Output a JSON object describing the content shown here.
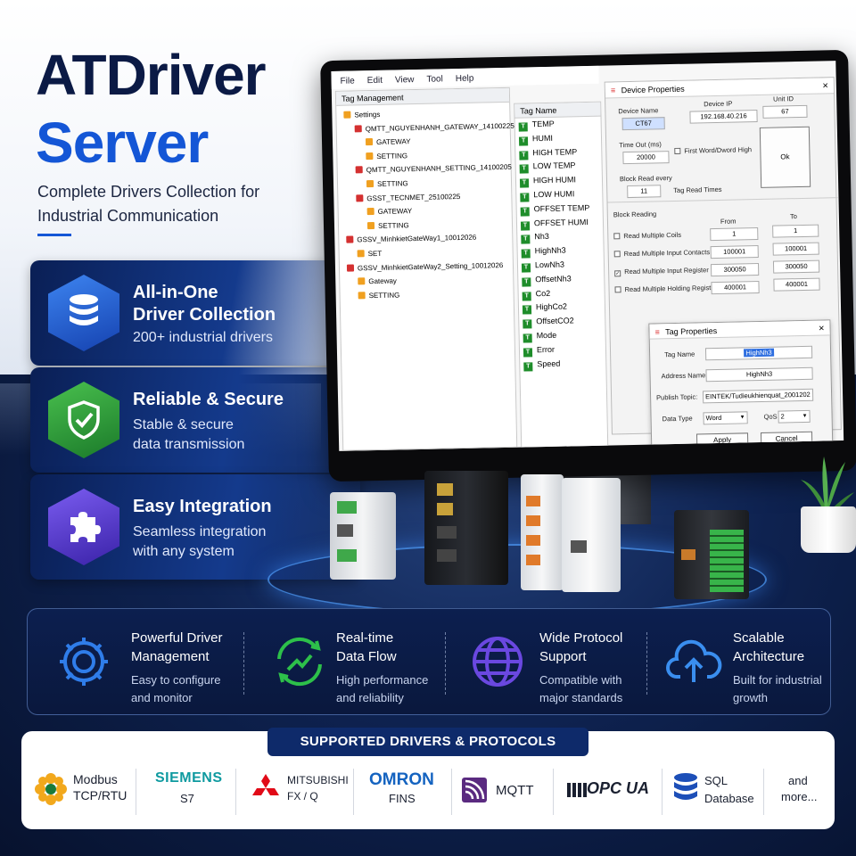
{
  "hero": {
    "title_line1": "ATDriver",
    "title_line2": "Server",
    "subtitle_line1": "Complete Drivers Collection for",
    "subtitle_line2": "Industrial Communication"
  },
  "features": [
    {
      "title_line1": "All-in-One",
      "title_line2": "Driver Collection",
      "sub_line1": "200+ industrial drivers",
      "sub_line2": "",
      "icon": "database-icon",
      "color": "#1e5fd8"
    },
    {
      "title_line1": "Reliable & Secure",
      "title_line2": "",
      "sub_line1": "Stable & secure",
      "sub_line2": "data transmission",
      "icon": "shield-check-icon",
      "color": "#2c9a3c"
    },
    {
      "title_line1": "Easy Integration",
      "title_line2": "",
      "sub_line1": "Seamless integration",
      "sub_line2": "with any system",
      "icon": "puzzle-icon",
      "color": "#5b3fd0"
    }
  ],
  "app": {
    "menu": [
      "File",
      "Edit",
      "View",
      "Tool",
      "Help"
    ],
    "tree_header": "Tag Management",
    "tree": [
      {
        "label": "Settings",
        "level": 0,
        "color": "#f0a020"
      },
      {
        "label": "QMTT_NGUYENHANH_GATEWAY_14100225",
        "level": 1,
        "color": "#d43030"
      },
      {
        "label": "GATEWAY",
        "level": 2,
        "color": "#f0a020"
      },
      {
        "label": "SETTING",
        "level": 2,
        "color": "#f0a020"
      },
      {
        "label": "QMTT_NGUYENHANH_SETTING_14100205",
        "level": 1,
        "color": "#d43030"
      },
      {
        "label": "SETTING",
        "level": 2,
        "color": "#f0a020"
      },
      {
        "label": "GSST_TECNMET_25100225",
        "level": 1,
        "color": "#d43030"
      },
      {
        "label": "GATEWAY",
        "level": 2,
        "color": "#f0a020"
      },
      {
        "label": "SETTING",
        "level": 2,
        "color": "#f0a020"
      },
      {
        "label": "GSSV_MinhkietGateWay1_10012026",
        "level": 0,
        "color": "#d43030"
      },
      {
        "label": "SET",
        "level": 1,
        "color": "#f0a020"
      },
      {
        "label": "GSSV_MinhkietGateWay2_Setting_10012026",
        "level": 0,
        "color": "#d43030"
      },
      {
        "label": "Gateway",
        "level": 1,
        "color": "#f0a020"
      },
      {
        "label": "SETTING",
        "level": 1,
        "color": "#f0a020"
      }
    ],
    "tag_header": "Tag Name",
    "tags": [
      "TEMP",
      "HUMI",
      "HIGH TEMP",
      "LOW TEMP",
      "HIGH HUMI",
      "LOW HUMI",
      "OFFSET TEMP",
      "OFFSET HUMI",
      "Nh3",
      "HighNh3",
      "LowNh3",
      "OffsetNh3",
      "Co2",
      "HighCo2",
      "OffsetCO2",
      "Mode",
      "Error",
      "Speed"
    ],
    "device": {
      "title": "Device Properties",
      "close": "×",
      "name_label": "Device Name",
      "name_value": "CT67",
      "ip_label": "Device IP",
      "ip_value": "192.168.40.216",
      "unit_label": "Unit ID",
      "unit_value": "67",
      "timeout_label": "Time Out (ms)",
      "timeout_value": "20000",
      "first_word_label": "First Word/Dword High",
      "ok_label": "Ok",
      "block_label": "Block Read every",
      "block_value": "11",
      "tag_read_label": "Tag Read Times",
      "block_reading_label": "Block Reading",
      "from_label": "From",
      "to_label": "To",
      "rows": [
        {
          "label": "Read Multiple Coils",
          "from": "1",
          "to": "1",
          "checked": false
        },
        {
          "label": "Read Multiple Input Contacts",
          "from": "100001",
          "to": "100001",
          "checked": false
        },
        {
          "label": "Read Multiple Input Register",
          "from": "300050",
          "to": "300050",
          "checked": true
        },
        {
          "label": "Read Multiple Holding Registers",
          "from": "400001",
          "to": "400001",
          "checked": false
        }
      ]
    },
    "tagprops": {
      "title": "Tag Properties",
      "close": "×",
      "tagname_label": "Tag Name",
      "tagname_value": "HighNh3",
      "address_label": "Address Name",
      "address_value": "HighNh3",
      "publish_label": "Publish Topic:",
      "publish_value": "EINTEK/Tudieukhienquat_2001202",
      "datatype_label": "Data Type",
      "datatype_value": "Word",
      "qos_label": "QoS",
      "qos_value": "2",
      "apply_label": "Apply",
      "cancel_label": "Cancel"
    }
  },
  "benefits": [
    {
      "title_line1": "Powerful Driver",
      "title_line2": "Management",
      "sub_line1": "Easy to configure",
      "sub_line2": "and monitor",
      "icon": "gear-icon",
      "color": "#2f7dea"
    },
    {
      "title_line1": "Real-time",
      "title_line2": "Data Flow",
      "sub_line1": "High performance",
      "sub_line2": "and reliability",
      "icon": "realtime-chart-icon",
      "color": "#2dc04a"
    },
    {
      "title_line1": "Wide Protocol",
      "title_line2": "Support",
      "sub_line1": "Compatible with",
      "sub_line2": "major standards",
      "icon": "globe-icon",
      "color": "#6a48e0"
    },
    {
      "title_line1": "Scalable",
      "title_line2": "Architecture",
      "sub_line1": "Built for industrial",
      "sub_line2": "growth",
      "icon": "cloud-upload-icon",
      "color": "#3a8eef"
    }
  ],
  "drivers": {
    "heading": "SUPPORTED DRIVERS & PROTOCOLS",
    "items": [
      {
        "line1": "Modbus",
        "line2": "TCP/RTU",
        "icon": "modbus-icon"
      },
      {
        "line1": "SIEMENS",
        "line2": "S7",
        "icon": ""
      },
      {
        "line1": "MITSUBISHI",
        "line2": "FX / Q",
        "icon": "mitsubishi-icon"
      },
      {
        "line1": "OMRON",
        "line2": "FINS",
        "icon": ""
      },
      {
        "line1": "MQTT",
        "line2": "",
        "icon": "mqtt-icon"
      },
      {
        "line1": "OPC UA",
        "line2": "",
        "icon": "opc-icon"
      },
      {
        "line1": "SQL",
        "line2": "Database",
        "icon": "database-icon"
      },
      {
        "line1": "and",
        "line2": "more...",
        "icon": ""
      }
    ]
  }
}
